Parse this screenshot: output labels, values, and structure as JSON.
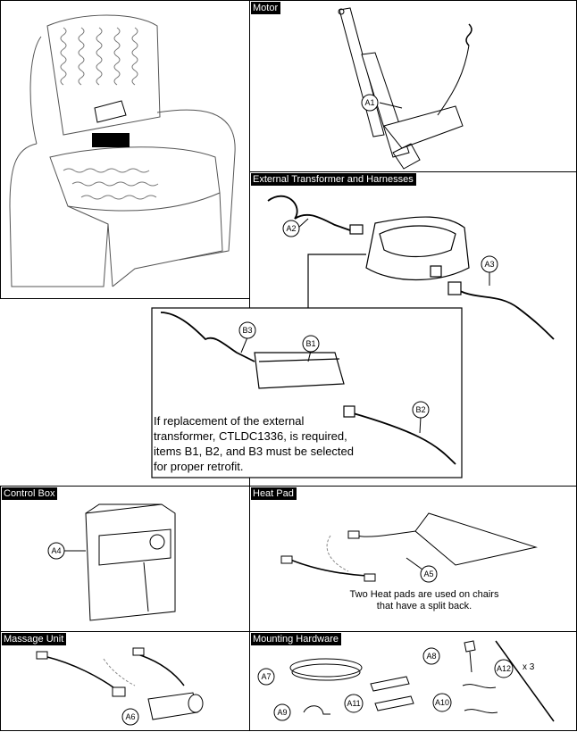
{
  "panels": {
    "motor": {
      "title": "Motor"
    },
    "transformer": {
      "title": "External Transformer and Harnesses"
    },
    "control_box": {
      "title": "Control Box"
    },
    "heat_pad": {
      "title": "Heat Pad"
    },
    "massage": {
      "title": "Massage Unit"
    },
    "hardware": {
      "title": "Mounting Hardware"
    }
  },
  "callouts": {
    "a1": "A1",
    "a2": "A2",
    "a3": "A3",
    "a4": "A4",
    "a5": "A5",
    "a6": "A6",
    "a7": "A7",
    "a8": "A8",
    "a9": "A9",
    "a10": "A10",
    "a11": "A11",
    "a12": "A12",
    "b1": "B1",
    "b2": "B2",
    "b3": "B3"
  },
  "notes": {
    "transformer_line1": "If replacement of the external",
    "transformer_line2": "transformer, CTLDC1336, is required,",
    "transformer_line3": "items B1, B2, and B3 must be selected",
    "transformer_line4": "for proper retrofit.",
    "heat_pad_line1": "Two Heat pads are used on chairs",
    "heat_pad_line2": "that have a split back.",
    "a12_qty": "x 3"
  }
}
